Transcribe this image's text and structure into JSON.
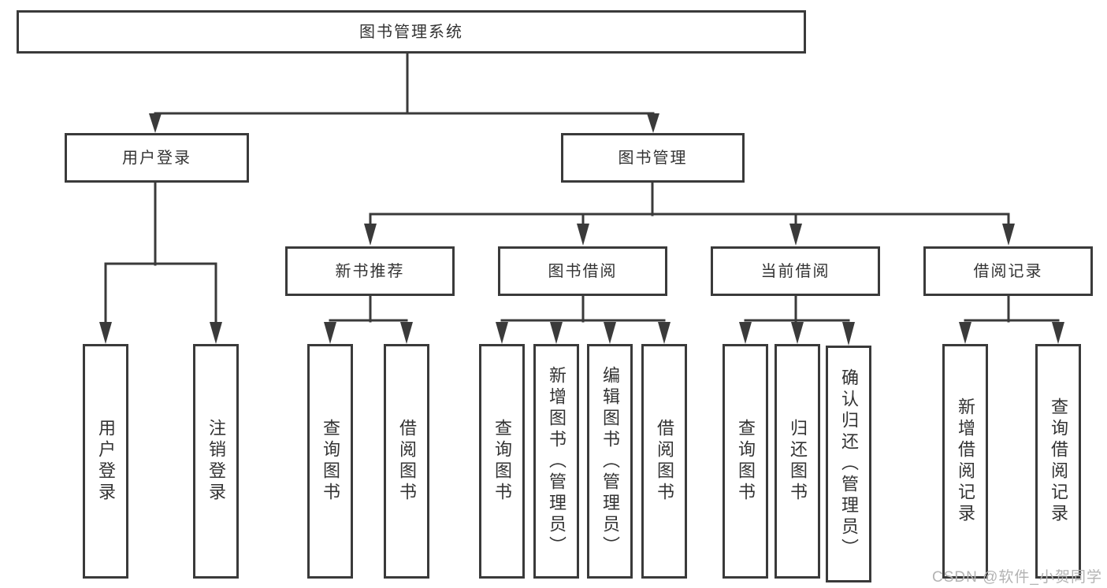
{
  "diagram": {
    "root": "图书管理系统",
    "level2": [
      "用户登录",
      "图书管理"
    ],
    "level3": [
      "新书推荐",
      "图书借阅",
      "当前借阅",
      "借阅记录"
    ],
    "leaves": {
      "user_login": [
        "用户登录",
        "注销登录"
      ],
      "new_book": [
        "查询图书",
        "借阅图书"
      ],
      "book_borrow": [
        "查询图书",
        "新增图书（管理员）",
        "编辑图书（管理员）",
        "借阅图书"
      ],
      "current_borrow": [
        "查询图书",
        "归还图书",
        "确认归还（管理员）"
      ],
      "borrow_record": [
        "新增借阅记录",
        "查询借阅记录"
      ]
    },
    "colors": {
      "border": "#3a3a3a",
      "line": "#3a3a3a",
      "text": "#333333",
      "background": "#ffffff",
      "watermark": "#b3b3b3"
    }
  },
  "watermark": "CSDN @软件_小贺同学"
}
